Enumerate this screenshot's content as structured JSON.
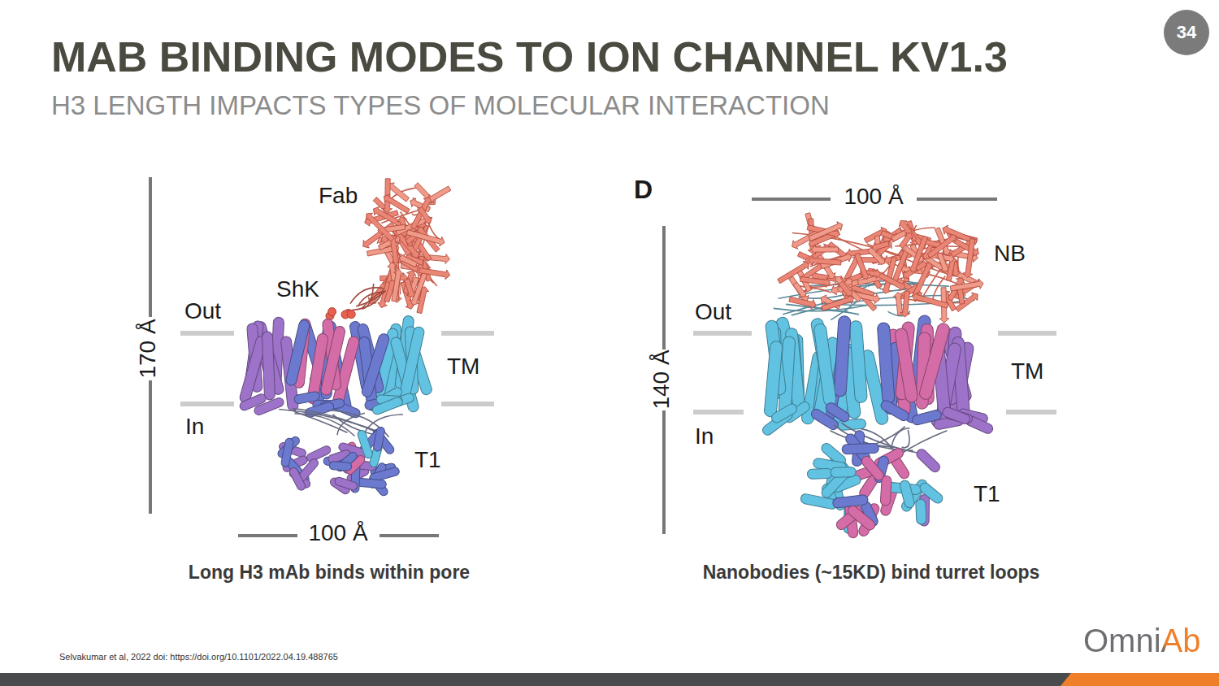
{
  "diagram": {
    "title": "MAB BINDING MODES TO ION CHANNEL KV1.3",
    "nodes": [
      {
        "text": [
          "34"
        ]
      }
    ],
    "labels": [
      "H3 LENGTH IMPACTS TYPES OF MOLECULAR INTERACTION",
      "Fab",
      "ShK",
      "Out",
      "170 Å",
      "TM",
      "In",
      "T1",
      "100 Å",
      "Long H3 mAb binds within pore",
      "D",
      "100 Å",
      "NB",
      "Out",
      "140 Å",
      "TM",
      "In",
      "T1",
      "Nanobodies (~15KD) bind turret loops",
      "Selvakumar et al, 2022 doi: https://doi.org/10.1101/2022.04.19.488765",
      "OmniAb"
    ]
  }
}
